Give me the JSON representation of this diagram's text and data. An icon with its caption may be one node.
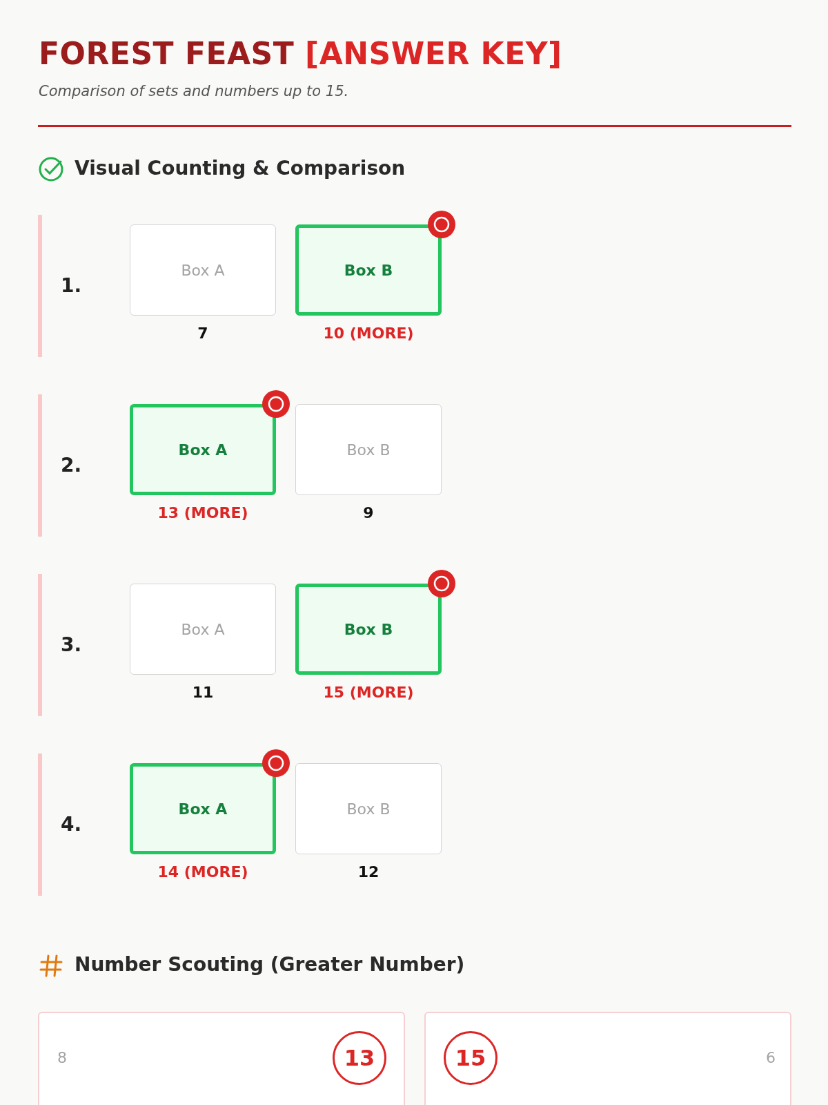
{
  "diagram": {
    "title": "FOREST FEAST [ANSWER KEY]",
    "caption": "Comparison of sets and numbers up to 15.",
    "nodes": [
      {
        "text": [
          "1."
        ]
      },
      {
        "text": [
          "Box A"
        ],
        "in": 0,
        "beside": [
          "7"
        ]
      },
      {
        "text": [
          "Box B"
        ],
        "in": 0,
        "beside": [
          "10 (MORE)"
        ]
      },
      {
        "text": [
          "2."
        ]
      },
      {
        "text": [
          "Box A"
        ],
        "in": 3,
        "beside": [
          "13 (MORE)"
        ]
      },
      {
        "text": [
          "Box B"
        ],
        "in": 3,
        "beside": [
          "9"
        ]
      },
      {
        "text": [
          "3."
        ]
      },
      {
        "text": [
          "Box A"
        ],
        "in": 6,
        "beside": [
          "11"
        ]
      },
      {
        "text": [
          "Box B"
        ],
        "in": 6,
        "beside": [
          "15 (MORE)"
        ]
      },
      {
        "text": [
          "4."
        ]
      },
      {
        "text": [
          "Box A"
        ],
        "in": 9,
        "beside": [
          "14 (MORE)"
        ]
      },
      {
        "text": [
          "Box B"
        ],
        "in": 9,
        "beside": [
          "12"
        ]
      },
      {
        "text": [
          "8"
        ]
      },
      {
        "text": [
          "13"
        ],
        "in": 12
      },
      {
        "text": [
          "6"
        ]
      },
      {
        "text": [
          "15"
        ],
        "in": 14
      }
    ],
    "edges": [],
    "labels": [
      "Visual Counting & Comparison",
      "Number Scouting (Greater Number)"
    ]
  }
}
